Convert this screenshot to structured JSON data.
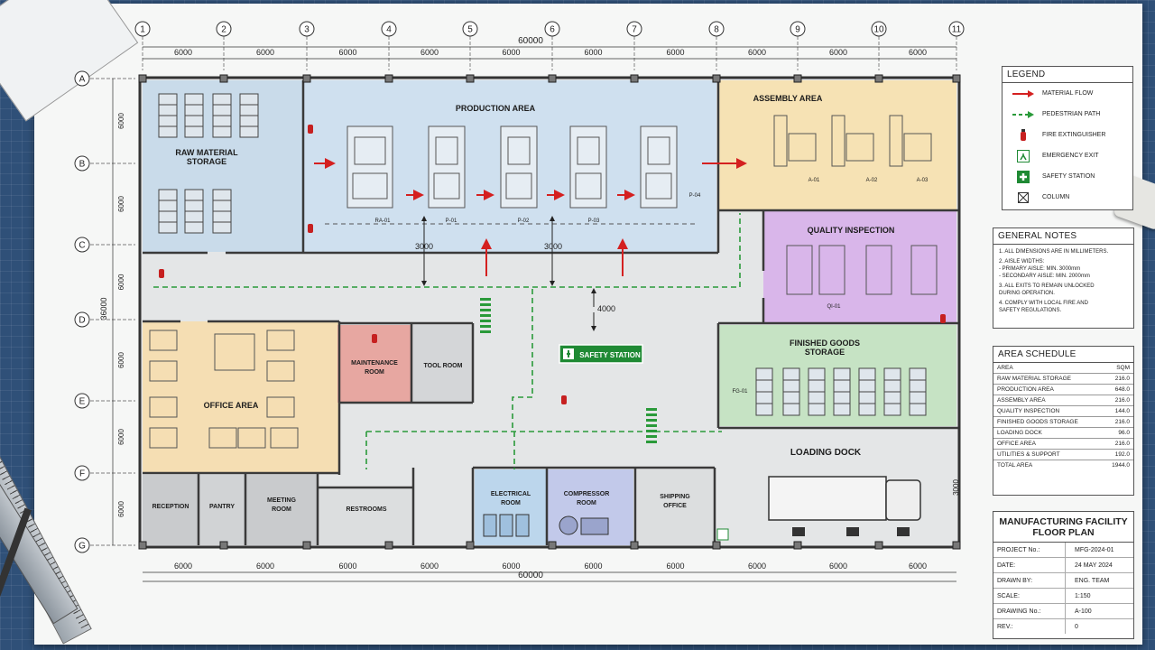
{
  "overall_dimensions": {
    "width": "60000",
    "height": "36000"
  },
  "grid": {
    "columns": [
      "1",
      "2",
      "3",
      "4",
      "5",
      "6",
      "7",
      "8",
      "9",
      "10",
      "11"
    ],
    "rows": [
      "A",
      "B",
      "C",
      "D",
      "E",
      "F",
      "G"
    ],
    "bay": "6000"
  },
  "rooms": {
    "raw_material": "RAW MATERIAL\nSTORAGE",
    "production": "PRODUCTION AREA",
    "assembly": "ASSEMBLY AREA",
    "quality": "QUALITY INSPECTION",
    "finished_goods": "FINISHED GOODS\nSTORAGE",
    "loading_dock": "LOADING DOCK",
    "office": "OFFICE AREA",
    "maintenance": "MAINTENANCE\nROOM",
    "tool_room": "TOOL ROOM",
    "reception": "RECEPTION",
    "pantry": "PANTRY",
    "meeting": "MEETING\nROOM",
    "restrooms": "RESTROOMS",
    "electrical": "ELECTRICAL\nROOM",
    "compressor": "COMPRESSOR\nROOM",
    "shipping": "SHIPPING\nOFFICE",
    "safety_station": "SAFETY STATION"
  },
  "tags": {
    "ra": "RA-01",
    "p01": "P-01",
    "p02": "P-02",
    "p03": "P-03",
    "p04": "P-04",
    "a01": "A-01",
    "a02": "A-02",
    "a03": "A-03",
    "qi": "QI-01",
    "fg": "FG-01"
  },
  "dims": {
    "d3000a": "3000",
    "d3000b": "3000",
    "d4000": "4000",
    "d3000c": "3000"
  },
  "legend": {
    "title": "LEGEND",
    "items": [
      {
        "label": "MATERIAL FLOW",
        "icon": "red-arrow"
      },
      {
        "label": "PEDESTRIAN PATH",
        "icon": "green-dashed-arrow"
      },
      {
        "label": "FIRE EXTINGUISHER",
        "icon": "fire-extinguisher"
      },
      {
        "label": "EMERGENCY EXIT",
        "icon": "exit-sign"
      },
      {
        "label": "SAFETY STATION",
        "icon": "green-cross"
      },
      {
        "label": "COLUMN",
        "icon": "column-box"
      }
    ]
  },
  "notes": {
    "title": "GENERAL NOTES",
    "items": [
      "1. ALL DIMENSIONS ARE IN MILLIMETERS.",
      "2. AISLE WIDTHS:\n   - PRIMARY AISLE: MIN. 3000mm\n   - SECONDARY AISLE: MIN. 2000mm",
      "3. ALL EXITS TO REMAIN UNLOCKED\n   DURING OPERATION.",
      "4. COMPLY WITH LOCAL FIRE AND\n   SAFETY REGULATIONS."
    ]
  },
  "schedule": {
    "title": "AREA SCHEDULE",
    "col_area": "AREA",
    "col_sqm": "SQM",
    "rows": [
      {
        "area": "RAW MATERIAL STORAGE",
        "sqm": "216.0"
      },
      {
        "area": "PRODUCTION AREA",
        "sqm": "648.0"
      },
      {
        "area": "ASSEMBLY AREA",
        "sqm": "216.0"
      },
      {
        "area": "QUALITY INSPECTION",
        "sqm": "144.0"
      },
      {
        "area": "FINISHED GOODS STORAGE",
        "sqm": "216.0"
      },
      {
        "area": "LOADING DOCK",
        "sqm": "96.0"
      },
      {
        "area": "OFFICE AREA",
        "sqm": "216.0"
      },
      {
        "area": "UTILITIES & SUPPORT",
        "sqm": "192.0"
      }
    ],
    "total_label": "TOTAL AREA",
    "total": "1944.0"
  },
  "title_block": {
    "title": "MANUFACTURING FACILITY\nFLOOR PLAN",
    "rows": [
      {
        "k": "PROJECT No.:",
        "v": "MFG-2024-01"
      },
      {
        "k": "DATE:",
        "v": "24 MAY 2024"
      },
      {
        "k": "DRAWN BY:",
        "v": "ENG. TEAM"
      },
      {
        "k": "SCALE:",
        "v": "1:150"
      },
      {
        "k": "DRAWING No.:",
        "v": "A-100"
      },
      {
        "k": "REV.:",
        "v": "0"
      }
    ]
  },
  "colors": {
    "production": "#cfe0ef",
    "raw": "#c9dbea",
    "assembly": "#f6e2b4",
    "quality": "#d9b6ea",
    "finished": "#c6e3c4",
    "office": "#f5deb3",
    "maintenance": "#e7a7a1",
    "electrical": "#bcd6ec",
    "compressor": "#c2c9ea",
    "material_flow": "#d42020",
    "pedestrian": "#2a9a3a"
  }
}
